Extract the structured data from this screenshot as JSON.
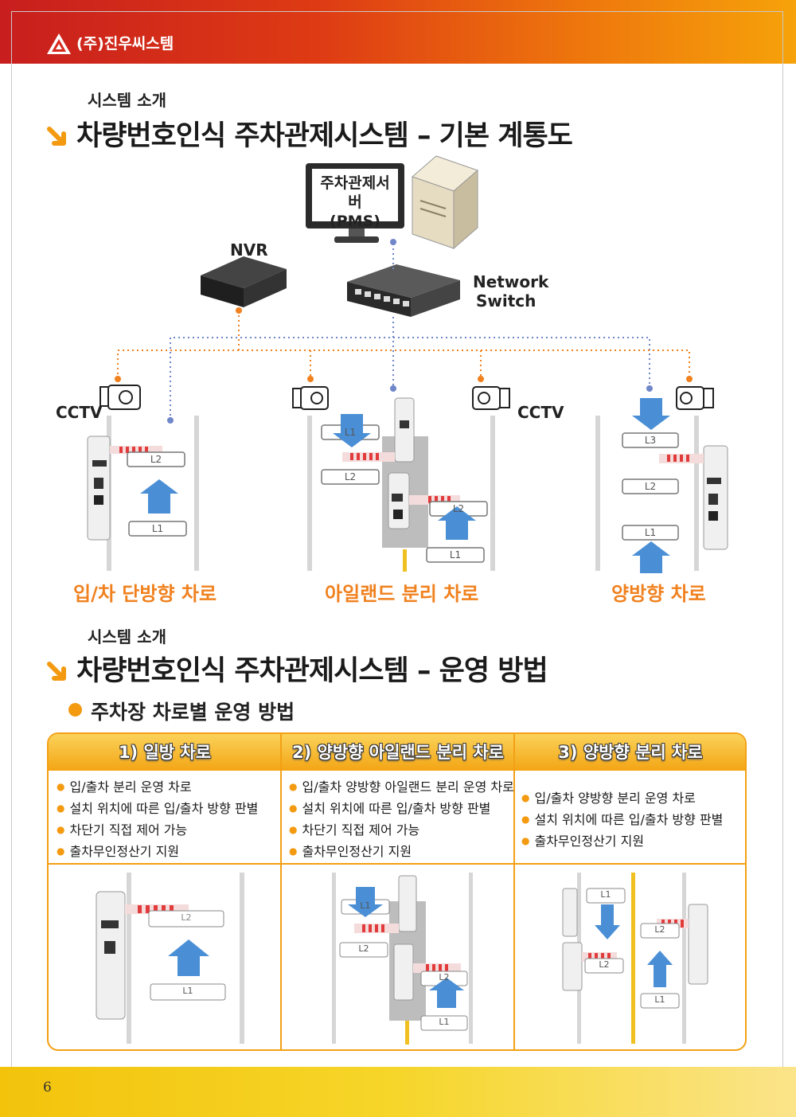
{
  "header": {
    "company": "(주)진우씨스템"
  },
  "section1": {
    "kicker": "시스템 소개",
    "title": "차량번호인식 주차관제시스템 – 기본 계통도"
  },
  "diagram": {
    "server_line1": "주차관제서버",
    "server_line2": "(PMS)",
    "nvr": "NVR",
    "switch_line1": "Network",
    "switch_line2": "Switch",
    "cctv_left": "CCTV",
    "cctv_right": "CCTV",
    "caption_1": "입/차 단방향 차로",
    "caption_2": "아일랜드 분리 차로",
    "caption_3": "양방향 차로",
    "loops": {
      "l1": "L1",
      "l2": "L2",
      "l3": "L3"
    }
  },
  "section2": {
    "kicker": "시스템 소개",
    "title": "차량번호인식 주차관제시스템 – 운영 방법",
    "bullet": "주차장 차로별 운영 방법"
  },
  "table": {
    "columns": [
      {
        "title": "1) 일방 차로",
        "items": [
          "입/출차 분리 운영 차로",
          "설치 위치에 따른 입/출차 방향 판별",
          "차단기 직접 제어 가능",
          "출차무인정산기 지원"
        ]
      },
      {
        "title": "2) 양방향 아일랜드 분리 차로",
        "items": [
          "입/출차 양방향 아일랜드 분리 운영 차로",
          "설치 위치에 따른 입/출차 방향 판별",
          "차단기 직접 제어 가능",
          "출차무인정산기 지원"
        ]
      },
      {
        "title": "3) 양방향 분리 차로",
        "items": [
          "입/출차 양방향 분리 운영 차로",
          "설치 위치에 따른 입/출차 방향 판별",
          "출차무인정산기 지원"
        ]
      }
    ]
  },
  "footer": {
    "page": "6"
  },
  "colors": {
    "accent": "#f39a10",
    "header_red": "#c81e1e",
    "arrow_blue": "#4a8fd6",
    "dot_blue": "#6f86c9"
  }
}
